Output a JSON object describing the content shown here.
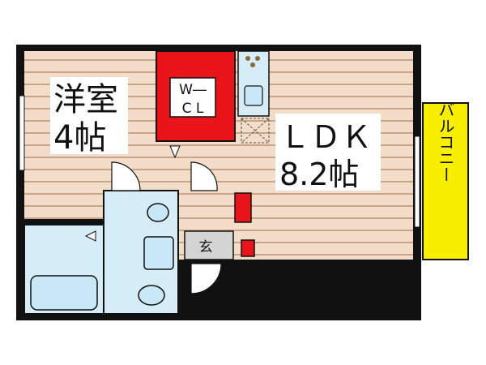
{
  "rooms": {
    "western": {
      "name": "洋室",
      "size": "4帖"
    },
    "walk_in_closet": {
      "line1": "W―",
      "line2": "C L"
    },
    "ldk": {
      "name": "ＬＤＫ",
      "size": "8.2帖"
    },
    "entrance": {
      "name": "玄"
    },
    "balcony": {
      "name": "バルコニー"
    }
  },
  "colors": {
    "wall": "#111111",
    "floor_wood": "#f3dcc8",
    "floor_stripe": "#c9a486",
    "closet_red": "#e8141a",
    "wet_area": "#d6ecf7",
    "fixture": "#c8e7f7",
    "entrance_gray": "#d4d4d4",
    "balcony_yellow": "#f7ee00"
  }
}
